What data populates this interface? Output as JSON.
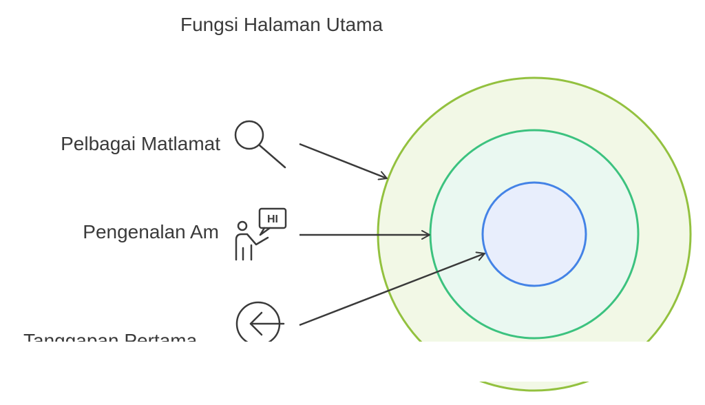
{
  "title": "Fungsi Halaman Utama",
  "items": [
    {
      "label": "Pelbagai Matlamat",
      "icon": "magnifier-icon"
    },
    {
      "label": "Pengenalan Am",
      "icon": "presenter-hi-icon"
    },
    {
      "label": "Tanggapan Pertama",
      "icon": "arrow-left-circle-icon"
    }
  ],
  "icon_text": {
    "speech_bubble": "HI"
  },
  "colors": {
    "text": "#3a3a3a",
    "outer_ring_stroke": "#93c13f",
    "outer_ring_fill": "#f2f8e6",
    "middle_ring_stroke": "#3cc27f",
    "middle_ring_fill": "#eaf8f1",
    "inner_ring_stroke": "#4483e6",
    "inner_ring_fill": "#e8eefc",
    "arrow": "#3a3a3a"
  }
}
